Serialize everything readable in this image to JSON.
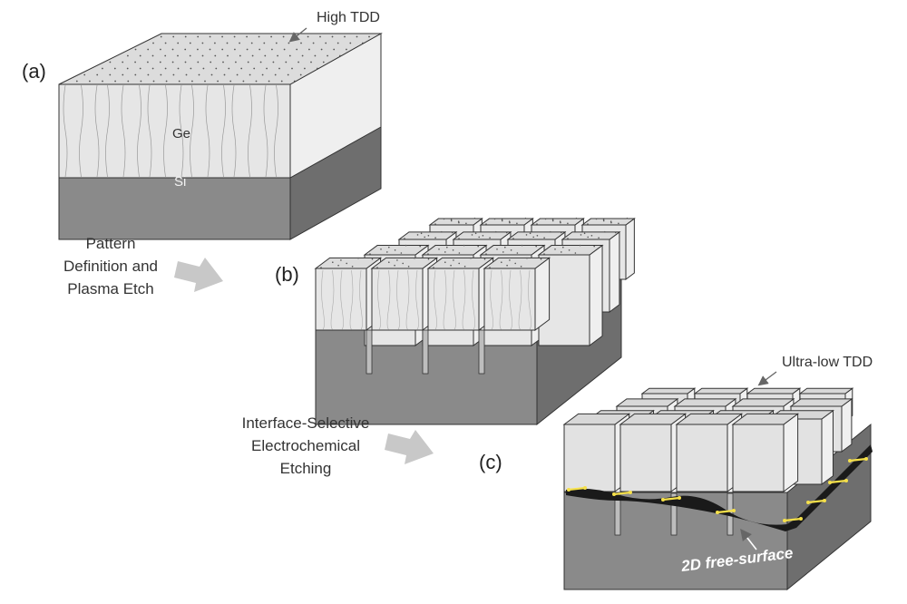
{
  "panels": {
    "a": "(a)",
    "b": "(b)",
    "c": "(c)"
  },
  "annotations": {
    "high_tdd": "High TDD",
    "ultra_low_tdd": "Ultra-low  TDD",
    "free_surface": "2D free-surface"
  },
  "materials": {
    "ge": "Ge",
    "si": "Si"
  },
  "steps": {
    "step1": [
      "Pattern",
      "Definition and",
      "Plasma Etch"
    ],
    "step2": [
      "Interface-Selective",
      "Electrochemical",
      "Etching"
    ]
  },
  "colors": {
    "ge_front": "#e6e6e6",
    "ge_side": "#efefef",
    "ge_top": "#dcdcdc",
    "si_front": "#8a8a8a",
    "si_side": "#6e6e6e",
    "arrow": "#c8c8c8",
    "void": "#1a1a1a",
    "marker": "#f5e04a"
  },
  "icons": {
    "step_arrow": "right-arrow-icon",
    "pointer": "pointer-arrow-icon"
  }
}
